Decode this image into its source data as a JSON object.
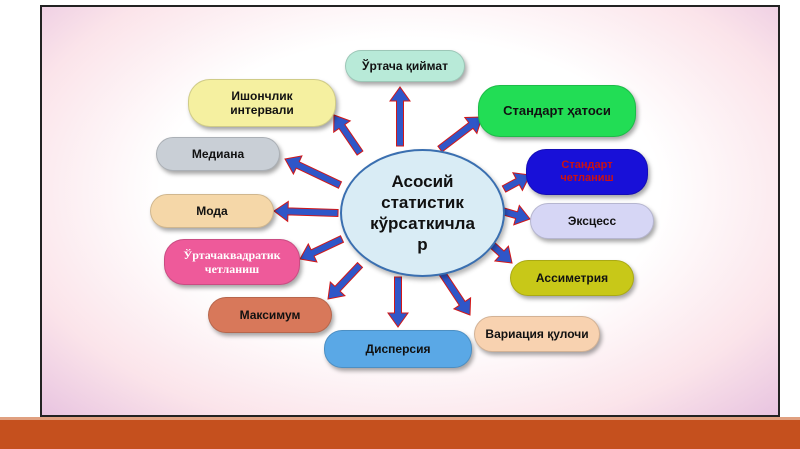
{
  "center": {
    "line1": "Асосий",
    "line2": "статистик",
    "line3": "кўрсаткичла",
    "line4": "р"
  },
  "nodes": {
    "mean": {
      "label": "Ўртача қиймат",
      "color": "#b8ead8"
    },
    "standard_error": {
      "label": "Стандарт ҳатоси",
      "color": "#22dd55"
    },
    "confidence_interval": {
      "line1": "Ишончлик",
      "line2": "интервали",
      "color": "#f5f0a0"
    },
    "median": {
      "label": "Медиана",
      "color": "#c9cfd6"
    },
    "std_deviation": {
      "line1": "Стандарт",
      "line2": "четланиш",
      "color": "#1810d8"
    },
    "mode": {
      "label": "Мода",
      "color": "#f5d7a8"
    },
    "excess": {
      "label": "Эксцесс",
      "color": "#d6d6f5"
    },
    "rms_deviation": {
      "line1": "Ўртачаквадратик",
      "line2": "четланиш",
      "color": "#ee5a9a"
    },
    "asymmetry": {
      "label": "Ассиметрия",
      "color": "#c8c818"
    },
    "maximum": {
      "label": "Максимум",
      "color": "#d8785a"
    },
    "dispersion": {
      "label": "Дисперсия",
      "color": "#5aa8e6"
    },
    "variation_range": {
      "label": "Вариация қулочи",
      "color": "#f8d2b0"
    }
  },
  "colors": {
    "arrow": "#2f56c8",
    "arrow_outline": "#d21818",
    "footer": "#c5501e"
  }
}
